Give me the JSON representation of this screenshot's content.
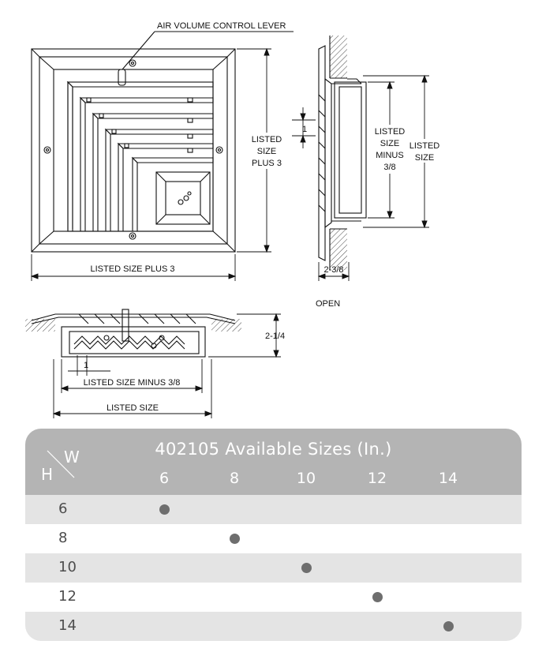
{
  "drawing": {
    "label_lever": "AIR VOLUME CONTROL LEVER",
    "label_listed_size_plus_3_w": "LISTED SIZE PLUS 3",
    "label_listed_size_plus_3_h": [
      "LISTED",
      "SIZE",
      "PLUS 3"
    ],
    "label_side_one": "1",
    "label_side_minus": [
      "LISTED",
      "SIZE",
      "MINUS",
      "3/8"
    ],
    "label_side_listed": [
      "LISTED",
      "SIZE"
    ],
    "label_depth": "2-3/8",
    "label_open": "OPEN",
    "label_height": "2-1/4",
    "label_bottom_one": "1",
    "label_bottom_minus": "LISTED SIZE MINUS 3/8",
    "label_bottom_listed": "LISTED SIZE"
  },
  "table": {
    "title": "402105 Available Sizes (In.)",
    "axis_w": "W",
    "axis_h": "H",
    "col_headers": [
      "6",
      "8",
      "10",
      "12",
      "14"
    ],
    "rows": [
      {
        "h": "6",
        "available_w": "6"
      },
      {
        "h": "8",
        "available_w": "8"
      },
      {
        "h": "10",
        "available_w": "10"
      },
      {
        "h": "12",
        "available_w": "12"
      },
      {
        "h": "14",
        "available_w": "14"
      }
    ],
    "colors": {
      "header_bg": "#b4b4b4",
      "stripe_bg": "#e4e4e4",
      "dot": "#6e6e6e",
      "text": "#4d4d4d"
    }
  }
}
